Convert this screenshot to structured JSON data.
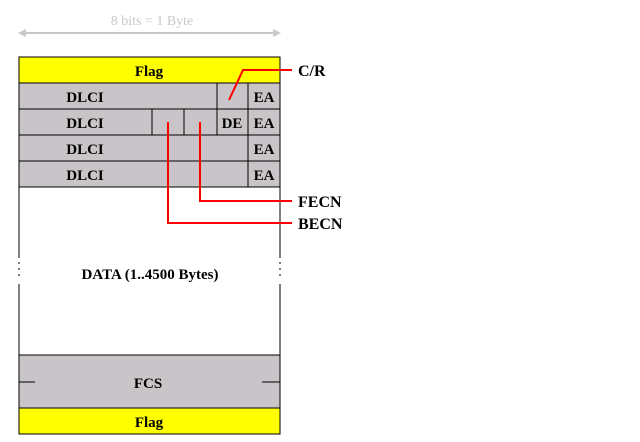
{
  "dimension": {
    "label": "8 bits = 1 Byte"
  },
  "frame": {
    "flag_top": "Flag",
    "address_rows": [
      {
        "dlci": "DLCI",
        "ea": "EA"
      },
      {
        "dlci": "DLCI",
        "de": "DE",
        "ea": "EA"
      },
      {
        "dlci": "DLCI",
        "ea": "EA"
      },
      {
        "dlci": "DLCI",
        "ea": "EA"
      }
    ],
    "data": "DATA (1..4500 Bytes)",
    "fcs": "FCS",
    "flag_bottom": "Flag"
  },
  "callouts": {
    "cr": "C/R",
    "fecn": "FECN",
    "becn": "BECN"
  },
  "colors": {
    "flag": "#ffff00",
    "field": "#c8c4c8",
    "callout": "#ff0000",
    "dimension": "#c8c8c8"
  }
}
